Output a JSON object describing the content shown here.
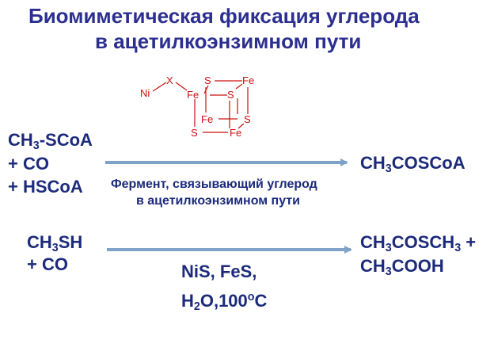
{
  "title": {
    "line1": "Биомиметическая фиксация углерода",
    "line2": "в ацетилкоэнзимном пути"
  },
  "cluster": {
    "ni": "Ni",
    "x": "X",
    "s_top": "S",
    "fe_top_right": "Fe",
    "fe_upper_left": "Fe",
    "s_upper_right": "S",
    "fe_lower_left": "Fe",
    "s_lower_right": "S",
    "s_bottom_left": "S",
    "fe_bottom_right": "Fe",
    "color": "#cc1111"
  },
  "reaction1": {
    "r_line1_a": "CH",
    "r_line1_sub": "3",
    "r_line1_b": "-SCoA",
    "r_line2": "+ CO",
    "r_line3": "+ HSCoA",
    "p_a": "CH",
    "p_sub": "3",
    "p_b": "COSCoA",
    "enzyme_line1": "Фермент, связывающий углерод",
    "enzyme_line2": "в ацетилкоэнзимном пути"
  },
  "reaction2": {
    "r_line1_a": "CH",
    "r_line1_sub": "3",
    "r_line1_b": "SH",
    "r_line2": "+ CO",
    "p1_a": "CH",
    "p1_sub1": "3",
    "p1_b": "COSCH",
    "p1_sub2": "3",
    "p1_c": " +",
    "p2_a": "CH",
    "p2_sub": "3",
    "p2_b": "COOH",
    "cond_line1": "NiS, FeS,",
    "cond_h": "H",
    "cond_h_sub": "2",
    "cond_o": "O,100",
    "cond_sup": "o",
    "cond_c": "C"
  },
  "arrow_color": "#7fa3c8",
  "text_color": "#1b2a7a"
}
